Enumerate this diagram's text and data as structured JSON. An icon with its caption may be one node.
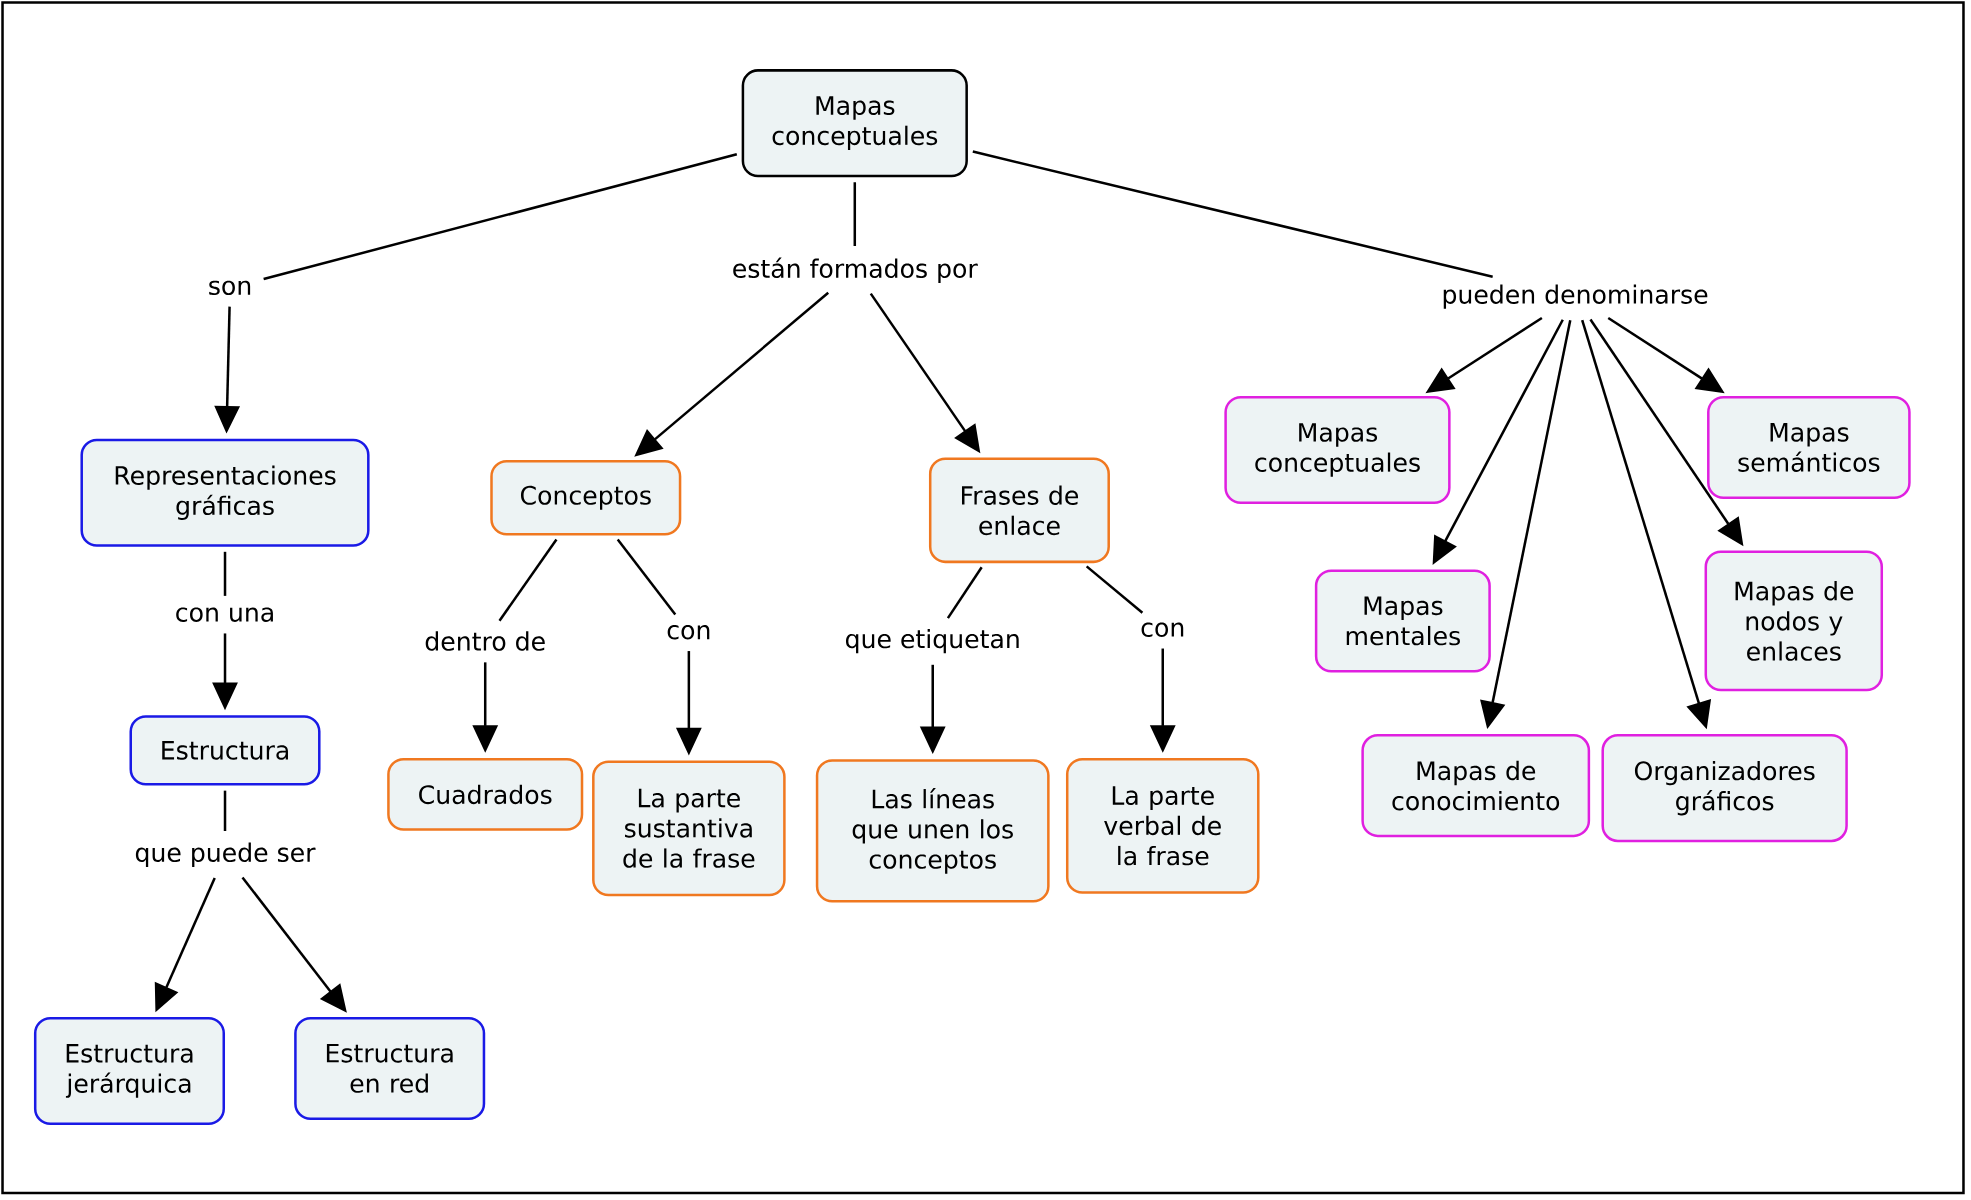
{
  "diagram": {
    "nodes": [
      {
        "text": [
          "Mapas conceptuales"
        ]
      },
      {
        "text": [
          "son"
        ]
      },
      {
        "text": [
          "están formados por"
        ]
      },
      {
        "text": [
          "pueden denominarse"
        ]
      },
      {
        "text": [
          "Representaciones gráficas"
        ]
      },
      {
        "text": [
          "Conceptos"
        ]
      },
      {
        "text": [
          "Frases de enlace"
        ]
      },
      {
        "text": [
          "Mapas conceptuales"
        ]
      },
      {
        "text": [
          "Mapas semánticos"
        ]
      },
      {
        "text": [
          "Mapas mentales"
        ]
      },
      {
        "text": [
          "Mapas de nodos y enlaces"
        ]
      },
      {
        "text": [
          "Mapas de conocimiento"
        ]
      },
      {
        "text": [
          "Organizadores gráficos"
        ]
      },
      {
        "text": [
          "con una"
        ]
      },
      {
        "text": [
          "Estructura"
        ]
      },
      {
        "text": [
          "que puede ser"
        ]
      },
      {
        "text": [
          "Estructura jerárquica"
        ]
      },
      {
        "text": [
          "Estructura en red"
        ]
      },
      {
        "text": [
          "dentro de"
        ]
      },
      {
        "text": [
          "con"
        ]
      },
      {
        "text": [
          "Cuadrados"
        ]
      },
      {
        "text": [
          "La parte sustantiva de la frase"
        ]
      },
      {
        "text": [
          "que etiquetan"
        ]
      },
      {
        "text": [
          "con"
        ]
      },
      {
        "text": [
          "Las líneas que unen los conceptos"
        ]
      },
      {
        "text": [
          "La parte verbal de la frase"
        ]
      }
    ],
    "edges": [
      {
        "from": 0,
        "to": 1,
        "arrow": "none"
      },
      {
        "from": 0,
        "to": 2,
        "arrow": "none"
      },
      {
        "from": 0,
        "to": 3,
        "arrow": "none"
      },
      {
        "from": 1,
        "to": 4,
        "arrow": "to"
      },
      {
        "from": 2,
        "to": 5,
        "arrow": "to"
      },
      {
        "from": 2,
        "to": 6,
        "arrow": "to"
      },
      {
        "from": 3,
        "to": 7,
        "arrow": "to"
      },
      {
        "from": 3,
        "to": 8,
        "arrow": "to"
      },
      {
        "from": 3,
        "to": 9,
        "arrow": "to"
      },
      {
        "from": 3,
        "to": 10,
        "arrow": "to"
      },
      {
        "from": 3,
        "to": 11,
        "arrow": "to"
      },
      {
        "from": 3,
        "to": 12,
        "arrow": "to"
      },
      {
        "from": 4,
        "to": 13,
        "arrow": "none"
      },
      {
        "from": 13,
        "to": 14,
        "arrow": "to"
      },
      {
        "from": 14,
        "to": 15,
        "arrow": "none"
      },
      {
        "from": 15,
        "to": 16,
        "arrow": "to"
      },
      {
        "from": 15,
        "to": 17,
        "arrow": "to"
      },
      {
        "from": 5,
        "to": 18,
        "arrow": "none"
      },
      {
        "from": 5,
        "to": 19,
        "arrow": "none"
      },
      {
        "from": 18,
        "to": 20,
        "arrow": "to"
      },
      {
        "from": 19,
        "to": 21,
        "arrow": "to"
      },
      {
        "from": 6,
        "to": 22,
        "arrow": "none"
      },
      {
        "from": 6,
        "to": 23,
        "arrow": "none"
      },
      {
        "from": 22,
        "to": 24,
        "arrow": "to"
      },
      {
        "from": 23,
        "to": 25,
        "arrow": "to"
      }
    ]
  }
}
